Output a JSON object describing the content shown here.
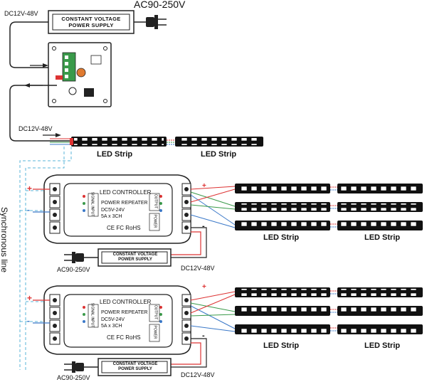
{
  "top": {
    "input_voltage": "AC90-250V",
    "dc_output": "DC12V-48V",
    "psu_label_line1": "CONSTANT VOLTAGE",
    "psu_label_line2": "POWER SUPPLY",
    "strip_dc": "DC12V-48V",
    "strip_label": "LED Strip"
  },
  "side_label": "Synchronous line",
  "polarity": {
    "plus": "+",
    "minus": "-"
  },
  "repeater": {
    "title": "LED CONTROLLER",
    "line1": "POWER REPEATER",
    "line2": "DC5V-24V",
    "line3": "5A x 3CH",
    "cert": "CE FC RoHS",
    "side_left": "SIGNAL INPUT",
    "side_right_top": "OUTPUT",
    "side_right_bottom": "POWER",
    "psu_line1": "CONSTANT VOLTAGE",
    "psu_line2": "POWER SUPPLY",
    "ac_label": "AC90-250V",
    "dc_label": "DC12V-48V",
    "strip_label": "LED Strip"
  },
  "colors": {
    "red": "#d9534f",
    "green": "#3a9a4a",
    "blue": "#3a78c8",
    "cyan_dashed": "#5ab4d8"
  }
}
